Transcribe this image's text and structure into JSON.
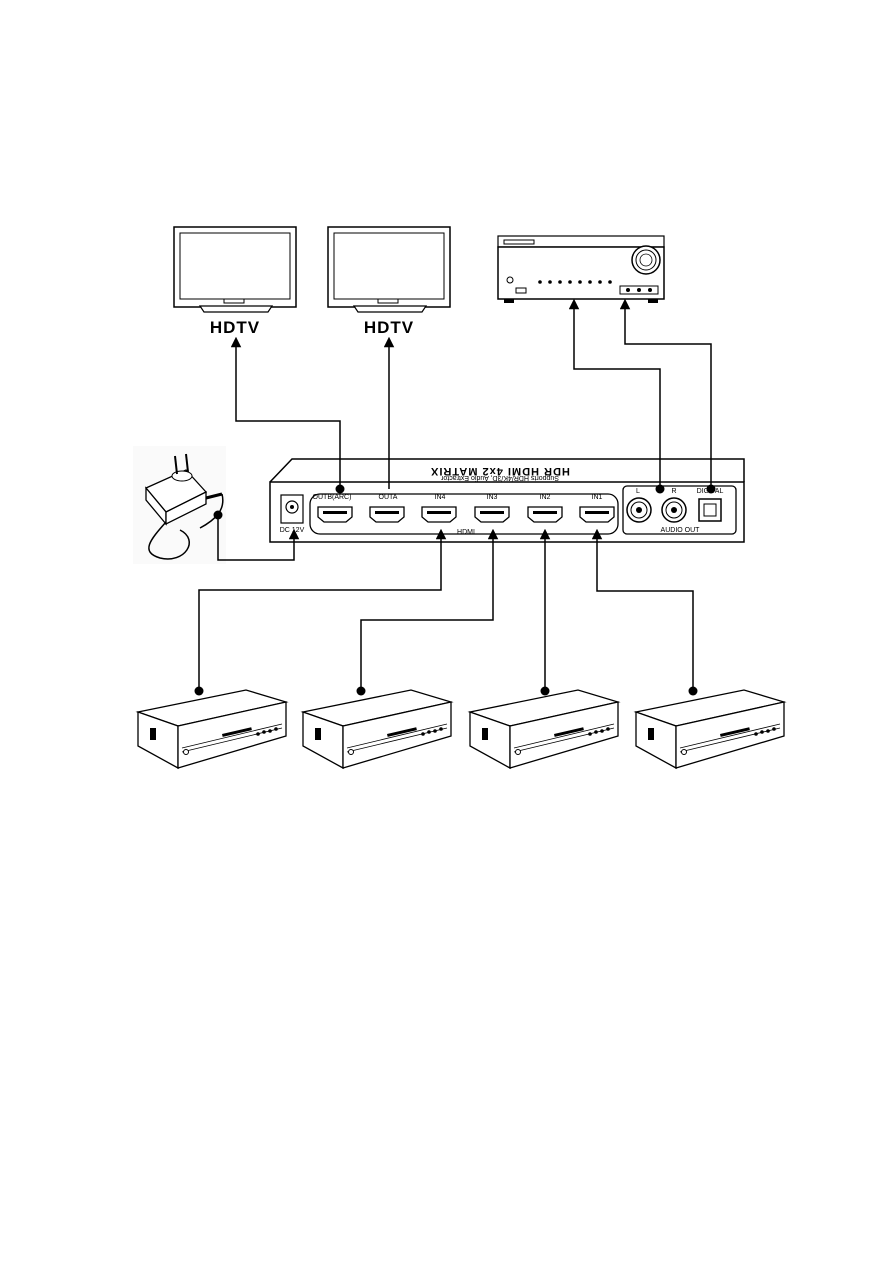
{
  "tv_left": {
    "label": "HDTV"
  },
  "tv_right": {
    "label": "HDTV"
  },
  "matrix": {
    "title_mirrored": "HDR HDMI 4x2 MATRIX",
    "subtitle_mirrored": "Supports HDR/4K/3D, Audio Extractor",
    "ports": {
      "outb": "OUTB(ARC)",
      "outa": "OUTA",
      "in4": "IN4",
      "in3": "IN3",
      "in2": "IN2",
      "in1": "IN1",
      "hdmi": "HDMI",
      "l": "L",
      "r": "R",
      "digital": "DIGITAL",
      "audio_out": "AUDIO OUT",
      "dc": "DC 12V"
    }
  },
  "colors": {
    "line": "#000000",
    "background": "#ffffff",
    "device_fill": "#ffffff"
  }
}
